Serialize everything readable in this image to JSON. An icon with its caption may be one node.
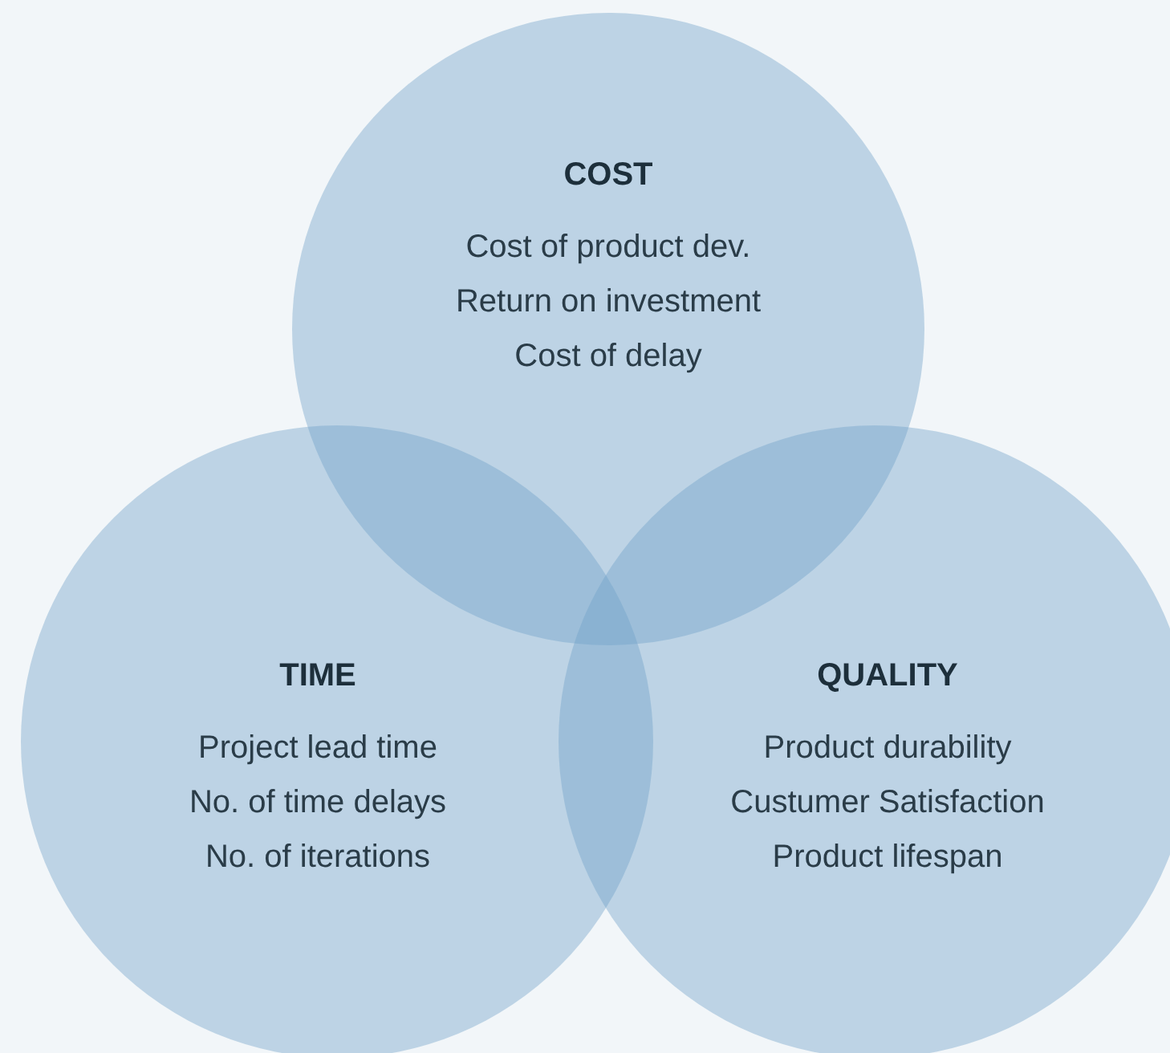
{
  "diagram": {
    "nodes": [
      {
        "text": [
          "COST",
          "Cost of product dev.",
          "Return on investment",
          "Cost of delay"
        ]
      },
      {
        "text": [
          "TIME",
          "Project lead time",
          "No. of time delays",
          "No. of iterations"
        ]
      },
      {
        "text": [
          "QUALITY",
          "Product durability",
          "Custumer Satisfaction",
          "Product lifespan"
        ]
      }
    ]
  }
}
